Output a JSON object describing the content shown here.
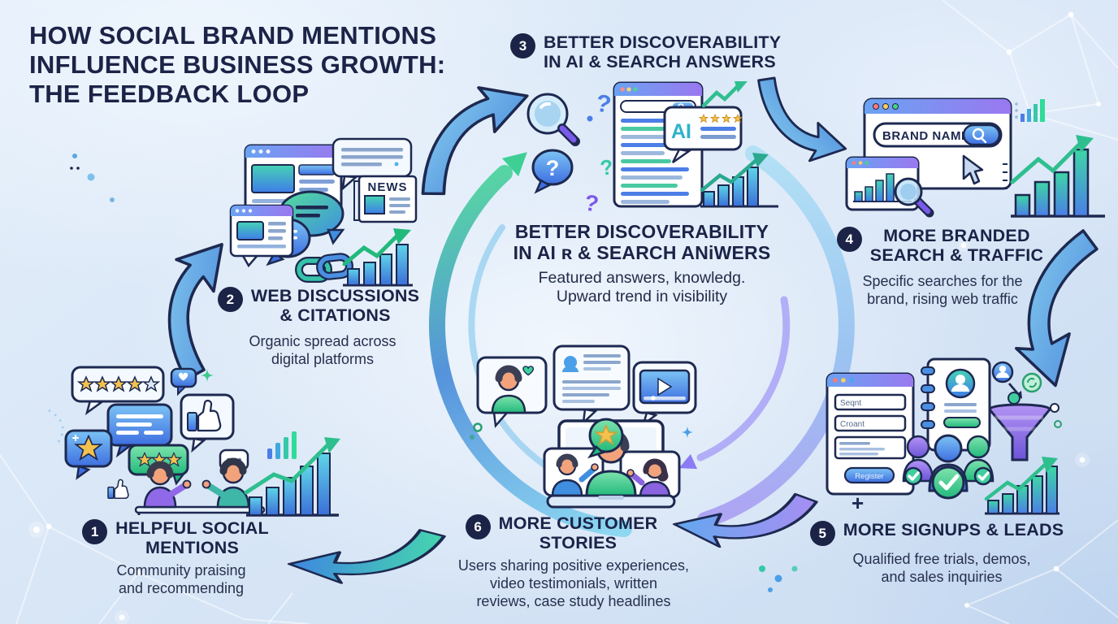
{
  "title": {
    "lines": [
      "HOW SOCIAL BRAND MENTIONS",
      "INFLUENCE BUSINESS GROWTH:",
      "THE FEEDBACK LOOP"
    ]
  },
  "steps": {
    "s1": {
      "number": "1",
      "title_lines": [
        "HELPFUL SOCIAL",
        "MENTIONS"
      ],
      "subtitle_lines": [
        "Community praising",
        "and recommending"
      ]
    },
    "s2": {
      "number": "2",
      "title_lines": [
        "WEB DISCUSSIONS",
        "& CITATIONS"
      ],
      "subtitle_lines": [
        "Organic spread across",
        "digital platforms"
      ]
    },
    "s3": {
      "number": "3",
      "title_lines": [
        "BETTER DISCOVERABILITY",
        "IN AI & SEARCH ANSWERS"
      ]
    },
    "s4": {
      "number": "4",
      "title_lines": [
        "MORE BRANDED",
        "SEARCH & TRAFFIC"
      ],
      "subtitle_lines": [
        "Specific searches for the",
        "brand, rising web traffic"
      ]
    },
    "s5": {
      "number": "5",
      "title_lines": [
        "MORE SIGNUPS & LEADS"
      ],
      "subtitle_lines": [
        "Qualified free trials, demos,",
        "and sales inquiries"
      ]
    },
    "s6": {
      "number": "6",
      "title_lines": [
        "MORE CUSTOMER",
        "STORIES"
      ],
      "subtitle_lines": [
        "Users sharing positive experiences,",
        "video testimonials, written",
        "reviews, case study headlines"
      ]
    }
  },
  "center": {
    "title_lines": [
      "BETTER DISCOVERABILITY",
      "IN AI ʀ & SEARCH ANiWERS"
    ],
    "subtitle_lines": [
      "Featured answers, knowledg.",
      "Upward trend in visibility"
    ]
  },
  "illustrations": {
    "brand_search_label": "BRAND NAME",
    "news_label": "NEWS",
    "ai_label": "AI",
    "signup_field_1": "Seqnt",
    "signup_field_2": "Croant",
    "signup_button": "Register",
    "plus_sign": "+",
    "question_mark": "?"
  },
  "colors": {
    "background": "#d9e6f5",
    "heading_navy": "#1b2347",
    "body_text": "#272f4e",
    "accent_blue": "#4b7ee6",
    "accent_teal": "#37b5e5",
    "accent_green": "#2fbf8f",
    "accent_purple": "#8b76ee",
    "star_gold": "#f2c14e"
  }
}
